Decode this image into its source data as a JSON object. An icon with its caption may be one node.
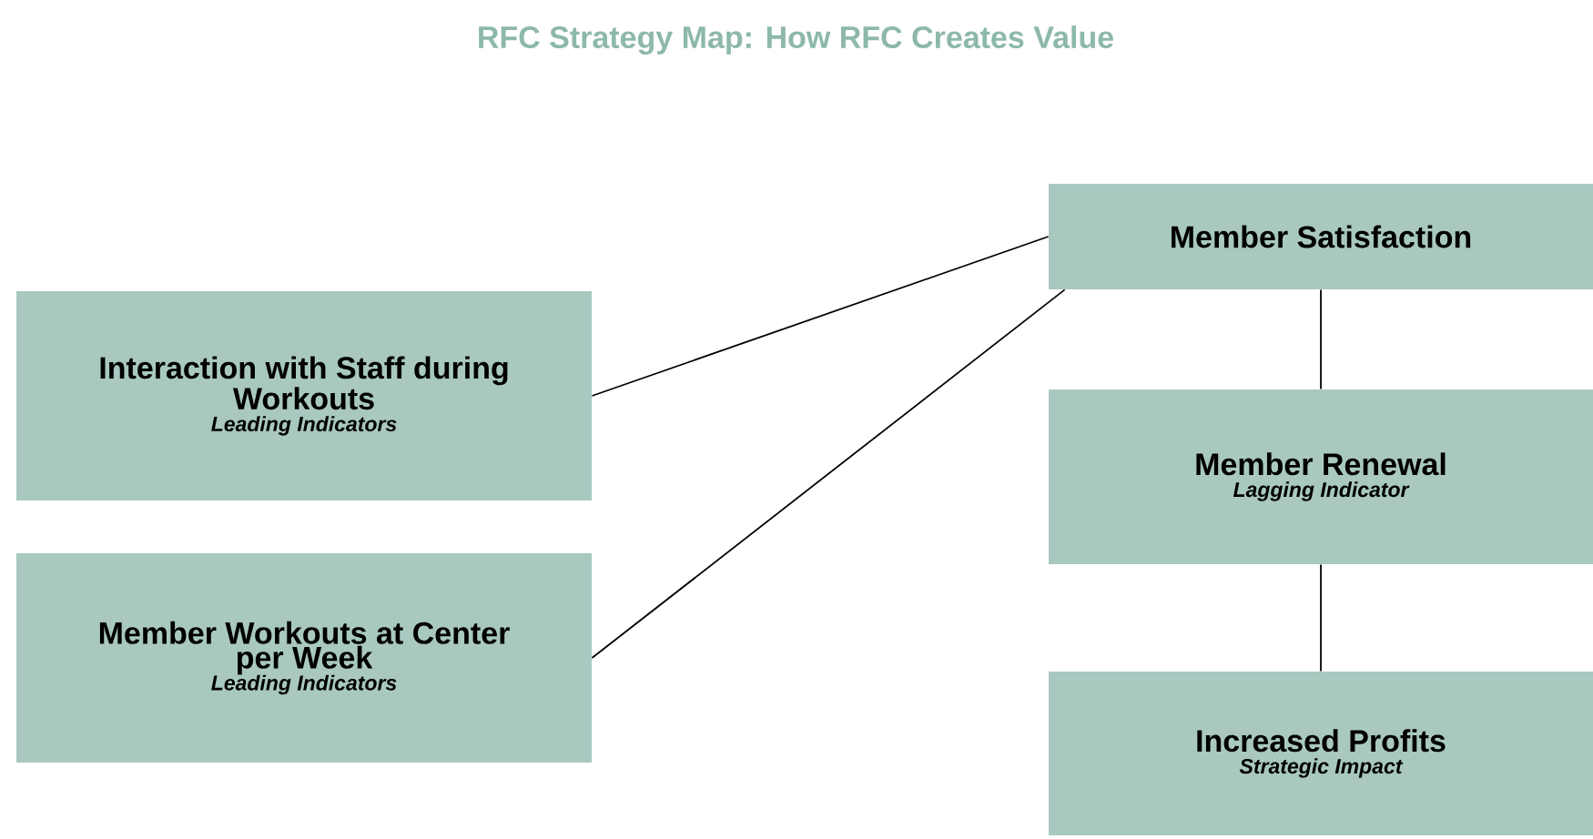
{
  "diagram": {
    "title": "RFC Strategy Map: How RFC Creates Value",
    "nodes": [
      {
        "text": [
          "Member Satisfaction"
        ]
      },
      {
        "text": [
          "Interaction with Staff during Workouts",
          "Leading Indicators"
        ]
      },
      {
        "text": [
          "Member Renewal",
          "Lagging Indicator"
        ]
      },
      {
        "text": [
          "Member Workouts at Center per Week",
          "Leading Indicators"
        ]
      },
      {
        "text": [
          "Increased Profits",
          "Strategic Impact"
        ]
      }
    ],
    "edges": [
      {
        "from": 1,
        "to": 0,
        "arrow": "none"
      },
      {
        "from": 3,
        "to": 0,
        "arrow": "none"
      },
      {
        "from": 0,
        "to": 2,
        "arrow": "none"
      },
      {
        "from": 2,
        "to": 4,
        "arrow": "none"
      }
    ]
  }
}
